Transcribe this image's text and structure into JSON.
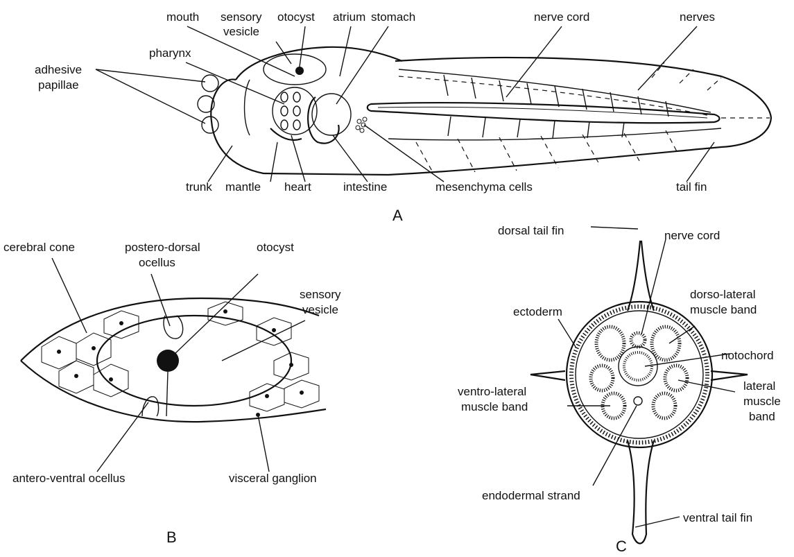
{
  "panels": {
    "a": {
      "letter": "A",
      "labels": {
        "mouth": "mouth",
        "sensory_vesicle_1": "sensory",
        "sensory_vesicle_2": "vesicle",
        "otocyst": "otocyst",
        "atrium": "atrium",
        "stomach": "stomach",
        "nerve_cord": "nerve cord",
        "nerves": "nerves",
        "pharynx": "pharynx",
        "adhesive_papillae_1": "adhesive",
        "adhesive_papillae_2": "papillae",
        "trunk": "trunk",
        "mantle": "mantle",
        "heart": "heart",
        "intestine": "intestine",
        "mesenchyma_cells": "mesenchyma cells",
        "tail_fin": "tail fin"
      }
    },
    "b": {
      "letter": "B",
      "labels": {
        "cerebral_cone": "cerebral cone",
        "postero_dorsal_ocellus_1": "postero-dorsal",
        "postero_dorsal_ocellus_2": "ocellus",
        "otocyst": "otocyst",
        "sensory_vesicle_1": "sensory",
        "sensory_vesicle_2": "vesicle",
        "antero_ventral_ocellus": "antero-ventral ocellus",
        "visceral_ganglion": "visceral ganglion"
      }
    },
    "c": {
      "letter": "C",
      "labels": {
        "dorsal_tail_fin": "dorsal tail fin",
        "nerve_cord": "nerve cord",
        "dorso_lateral_muscle_band_1": "dorso-lateral",
        "dorso_lateral_muscle_band_2": "muscle band",
        "ectoderm": "ectoderm",
        "notochord": "notochord",
        "ventro_lateral_muscle_band_1": "ventro-lateral",
        "ventro_lateral_muscle_band_2": "muscle band",
        "lateral_muscle_band_1": "lateral",
        "lateral_muscle_band_2": "muscle",
        "lateral_muscle_band_3": "band",
        "endodermal_strand": "endodermal strand",
        "ventral_tail_fin": "ventral tail fin"
      }
    }
  }
}
